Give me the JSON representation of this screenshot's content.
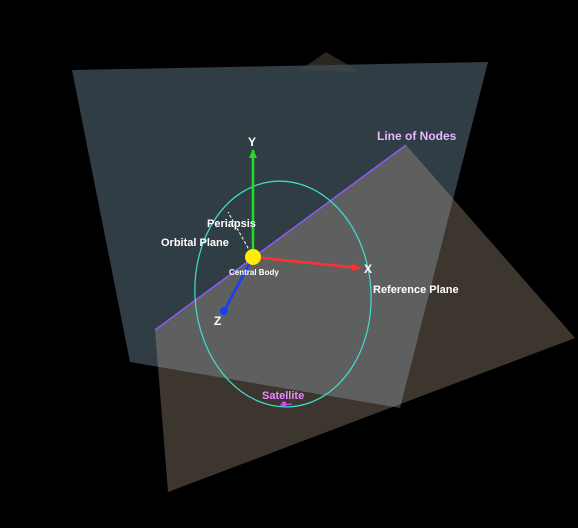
{
  "labels": {
    "line_of_nodes": "Line of Nodes",
    "orbital_plane": "Orbital Plane",
    "reference_plane": "Reference Plane",
    "periapsis": "Periapsis",
    "central_body": "Central Body",
    "satellite": "Satellite",
    "axis_x": "X",
    "axis_y": "Y",
    "axis_z": "Z"
  },
  "colors": {
    "background": "#000000",
    "orbital_plane": "#3c4a54",
    "reference_plane": "#c8b49a",
    "orbit": "#40e0d0",
    "line_of_nodes": "#8a5cf5",
    "line_of_nodes_text": "#e8b8ff",
    "axis_x": "#ff3030",
    "axis_y": "#22dd22",
    "axis_z": "#1a3cff",
    "central_body": "#ffee00",
    "satellite": "#e040ff"
  }
}
